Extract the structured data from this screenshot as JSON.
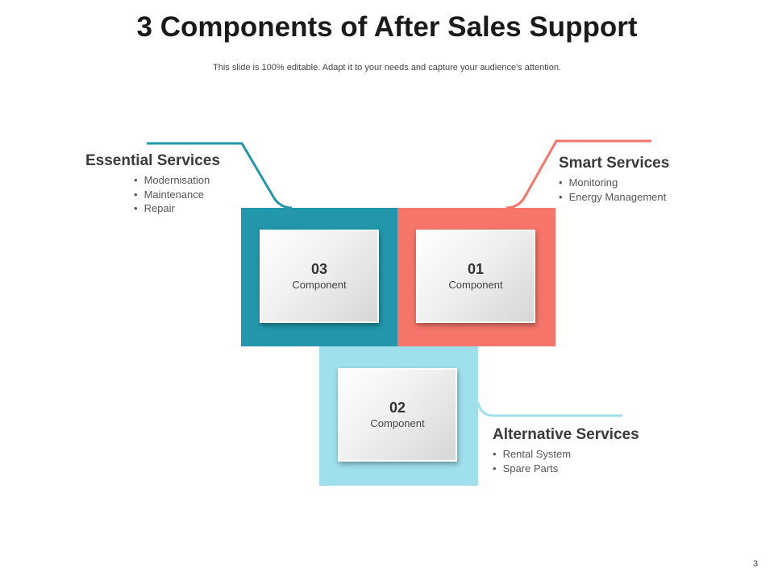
{
  "slide": {
    "title": "3 Components of After Sales Support",
    "subtitle": "This slide is 100% editable. Adapt it to your needs and capture your audience's attention.",
    "page_number": "3"
  },
  "colors": {
    "teal": "#2297ab",
    "coral": "#f6756a",
    "light_blue": "#9fe0ec"
  },
  "components": [
    {
      "number": "03",
      "label": "Component"
    },
    {
      "number": "01",
      "label": "Component"
    },
    {
      "number": "02",
      "label": "Component"
    }
  ],
  "services": {
    "essential": {
      "title": "Essential Services",
      "items": [
        "Modernisation",
        "Maintenance",
        "Repair"
      ]
    },
    "smart": {
      "title": "Smart Services",
      "items": [
        "Monitoring",
        "Energy Management"
      ]
    },
    "alternative": {
      "title": "Alternative Services",
      "items": [
        "Rental System",
        "Spare Parts"
      ]
    }
  }
}
